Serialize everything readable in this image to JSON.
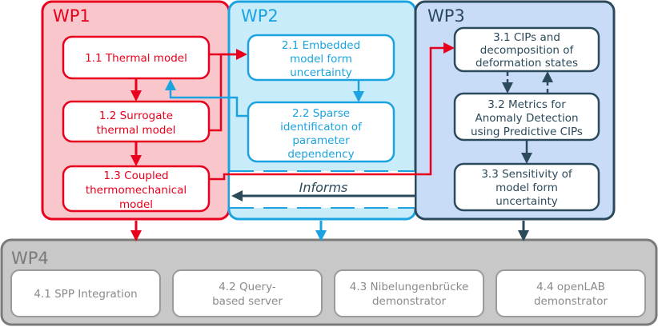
{
  "colors": {
    "red": "#e8001c",
    "red_fill": "#f9c6cc",
    "blue": "#1aa3e0",
    "blue_fill": "#c9ecfa",
    "dark": "#2b4a5c",
    "dark_fill": "#c9dcf7",
    "gray": "#7a7a7a",
    "gray_fill": "#c8c8c8",
    "gray_text": "#8a8a8a"
  },
  "wp1": {
    "title": "WP1",
    "boxes": [
      {
        "lines": [
          "1.1 Thermal model"
        ]
      },
      {
        "lines": [
          "1.2 Surrogate",
          "thermal model"
        ]
      },
      {
        "lines": [
          "1.3 Coupled",
          "thermomechanical",
          "model"
        ]
      }
    ]
  },
  "wp2": {
    "title": "WP2",
    "boxes": [
      {
        "lines": [
          "2.1 Embedded",
          "model form",
          "uncertainty"
        ]
      },
      {
        "lines": [
          "2.2 Sparse",
          "identificaton of",
          "parameter",
          "dependency"
        ]
      }
    ],
    "informs_label": "Informs"
  },
  "wp3": {
    "title": "WP3",
    "boxes": [
      {
        "lines": [
          "3.1 CIPs and",
          "decomposition of",
          "deformation states"
        ]
      },
      {
        "lines": [
          "3.2 Metrics for",
          "Anomaly Detection",
          "using Predictive CIPs"
        ]
      },
      {
        "lines": [
          "3.3 Sensitivity of",
          "model form",
          "uncertainty"
        ]
      }
    ]
  },
  "wp4": {
    "title": "WP4",
    "boxes": [
      {
        "lines": [
          "4.1 SPP Integration"
        ]
      },
      {
        "lines": [
          "4.2 Query-",
          "based server"
        ]
      },
      {
        "lines": [
          "4.3 Nibelungenbrücke",
          "demonstrator"
        ]
      },
      {
        "lines": [
          "4.4 openLAB",
          "demonstrator"
        ]
      }
    ]
  }
}
